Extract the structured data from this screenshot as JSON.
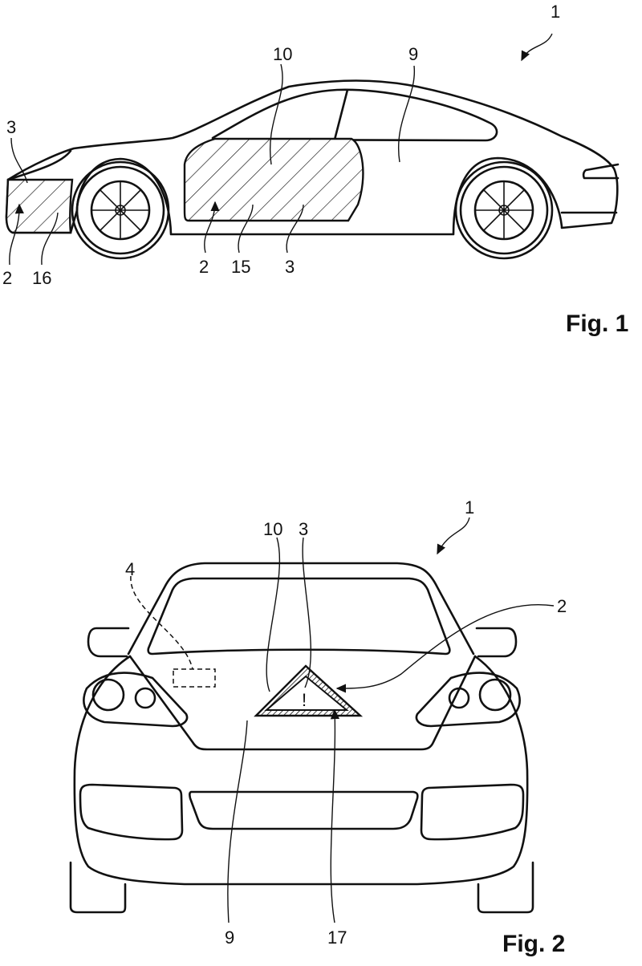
{
  "figures": [
    {
      "id": "fig1",
      "caption": "Fig. 1",
      "view": "side",
      "labels": {
        "vehicle": "1",
        "front_3": "3",
        "front_2": "2",
        "front_16": "16",
        "door_10": "10",
        "body_9": "9",
        "door_2": "2",
        "door_15": "15",
        "door_3": "3"
      }
    },
    {
      "id": "fig2",
      "caption": "Fig. 2",
      "view": "front",
      "labels": {
        "vehicle": "1",
        "sensor_4": "4",
        "label_10": "10",
        "label_3": "3",
        "label_2": "2",
        "body_9": "9",
        "label_17": "17"
      },
      "warning_symbol": "!"
    }
  ],
  "colors": {
    "line": "#111111",
    "background": "#ffffff"
  }
}
